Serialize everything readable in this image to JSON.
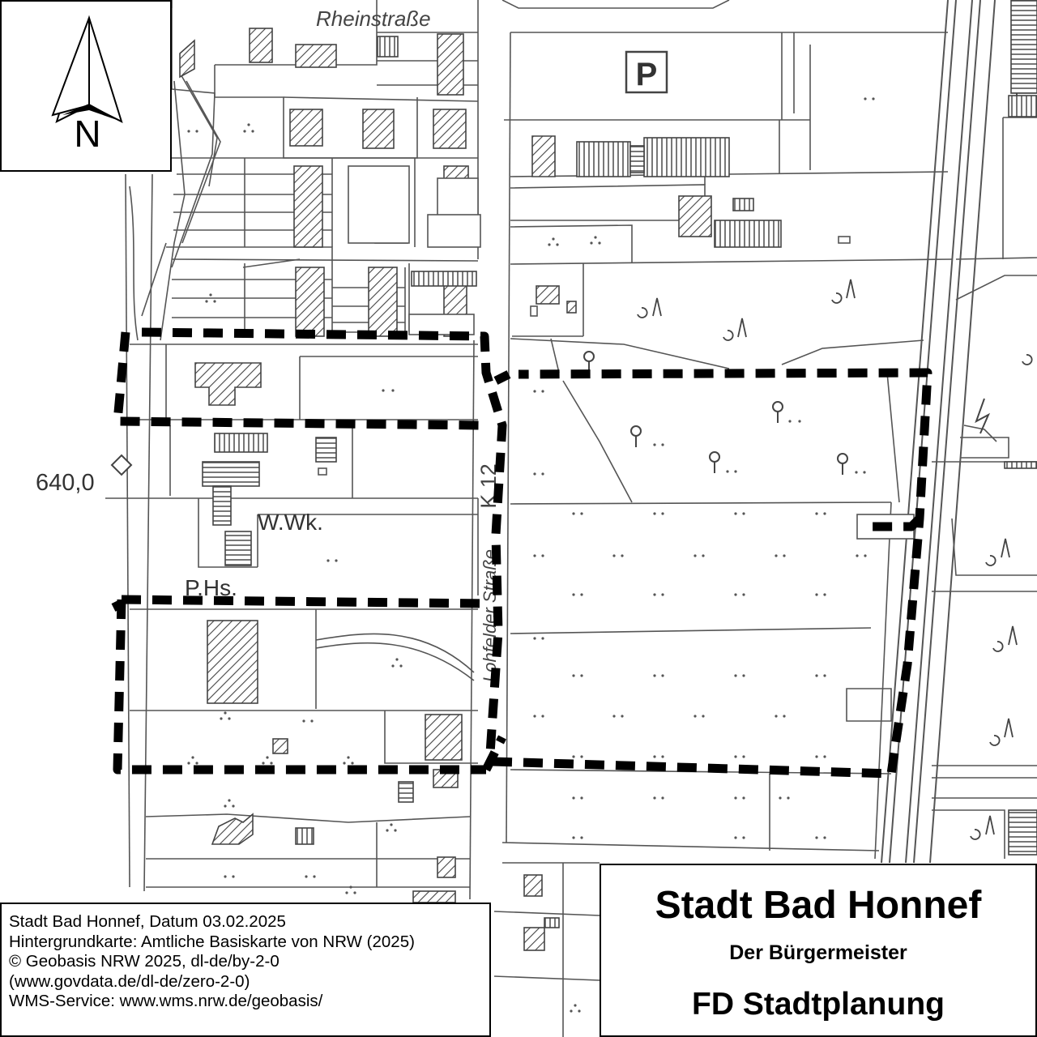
{
  "map": {
    "street_labels": {
      "rhein": "Rheinstraße",
      "road_number": "K 12",
      "road_name": "Lohfelder Straße"
    },
    "abbreviations": {
      "waterworks": "W.Wk.",
      "pump_house": "P.Hs."
    },
    "elevation_marker": "640,0",
    "parking_symbol": "P",
    "north_arrow_letter": "N"
  },
  "info": {
    "line1": "Stadt Bad Honnef, Datum 03.02.2025",
    "line2": "Hintergrundkarte: Amtliche Basiskarte von NRW (2025)",
    "line3": "© Geobasis NRW 2025, dl-de/by-2-0",
    "line4": "(www.govdata.de/dl-de/zero-2-0)",
    "line5": "WMS-Service: www.wms.nrw.de/geobasis/"
  },
  "title": {
    "main": "Stadt Bad Honnef",
    "sub": "Der Bürgermeister",
    "dept": "FD Stadtplanung"
  },
  "colors": {
    "boundary": "#000000",
    "lines": "#555555",
    "hatch": "#444444"
  }
}
